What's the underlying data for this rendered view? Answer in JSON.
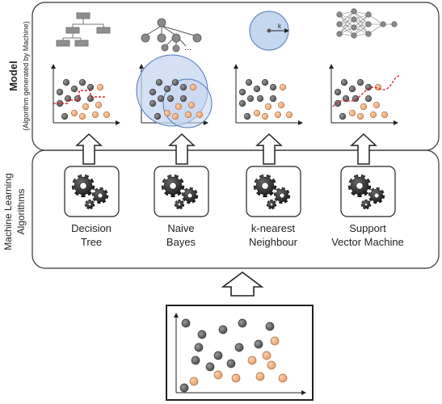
{
  "model_panel": {
    "title": "Model",
    "subtitle": "(Algorithm generated by Machine)"
  },
  "algorithms_panel": {
    "title_line1": "Machine Learning",
    "title_line2": "Algorithms"
  },
  "algorithms": [
    {
      "line1": "Decision",
      "line2": "Tree"
    },
    {
      "line1": "Naive",
      "line2": "Bayes"
    },
    {
      "line1": "k-nearest",
      "line2": "Neighbour"
    },
    {
      "line1": "Support",
      "line2": "Vector Machine"
    }
  ],
  "knn_icon": {
    "k_label": "k"
  },
  "naive_bayes_icon": {
    "ellipsis": "..."
  },
  "colors": {
    "gray_point": "#6e6e6e",
    "orange_point": "#f2b48a",
    "boundary": "#d9262a",
    "circle_fill": "#c5d6ef",
    "circle_stroke": "#4f79b8",
    "tree_box": "#8f8f8f",
    "gear": "#1f1f1f"
  }
}
